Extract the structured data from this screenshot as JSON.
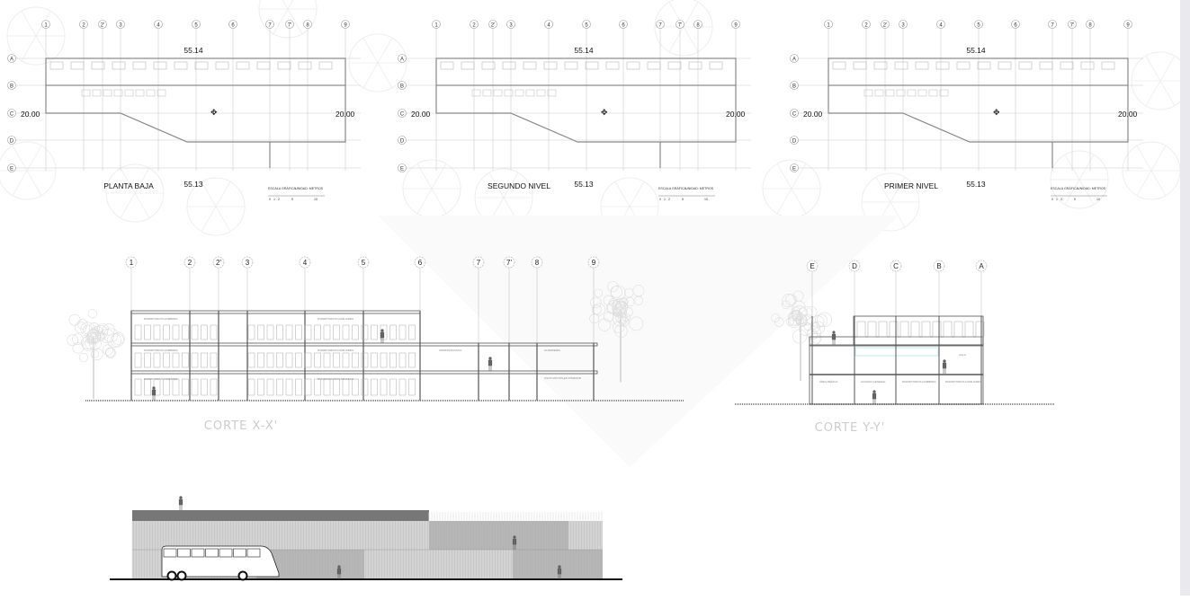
{
  "plans": [
    {
      "title": "PLANTA BAJA",
      "top_dim": "55.14",
      "bottom_dim": "55.13",
      "side_dim": "20.00"
    },
    {
      "title": "SEGUNDO NIVEL",
      "top_dim": "55.14",
      "bottom_dim": "55.13",
      "side_dim": "20.00"
    },
    {
      "title": "PRIMER NIVEL",
      "top_dim": "55.14",
      "bottom_dim": "55.13",
      "side_dim": "20.00"
    }
  ],
  "scale": {
    "label": "ESCALA GRÁFICA",
    "unit": "UNIDAD: METROS",
    "ticks": [
      "0",
      "1",
      "2",
      "5",
      "10"
    ]
  },
  "grid_columns": [
    "1",
    "2",
    "2'",
    "3",
    "4",
    "5",
    "6",
    "7",
    "7'",
    "8",
    "9"
  ],
  "grid_rows": [
    "A",
    "B",
    "C",
    "D",
    "E"
  ],
  "section_x": {
    "title": "CORTE X-X'",
    "rooms": [
      "DORMITORIOS HOMBRES",
      "DORMITORIOS FAMILIARES",
      "ADMINISTRATIVO",
      "GUARDERÍA",
      "USOS MÚLTIPLES INTERIOR"
    ]
  },
  "section_y": {
    "title": "CORTE Y-Y'",
    "axes": [
      "E",
      "D",
      "C",
      "B",
      "A"
    ],
    "rooms": [
      "ÁREA MÉDICA",
      "ACCESO GENERAL",
      "DORMITORIOS HOMBRES",
      "DORMITORIOS FAMILIARES",
      "AULA"
    ]
  },
  "colors": {
    "line": "#555555",
    "light": "#bbbbbb",
    "facade": "#c8c8c8",
    "facade_dark": "#a9a9a9"
  }
}
